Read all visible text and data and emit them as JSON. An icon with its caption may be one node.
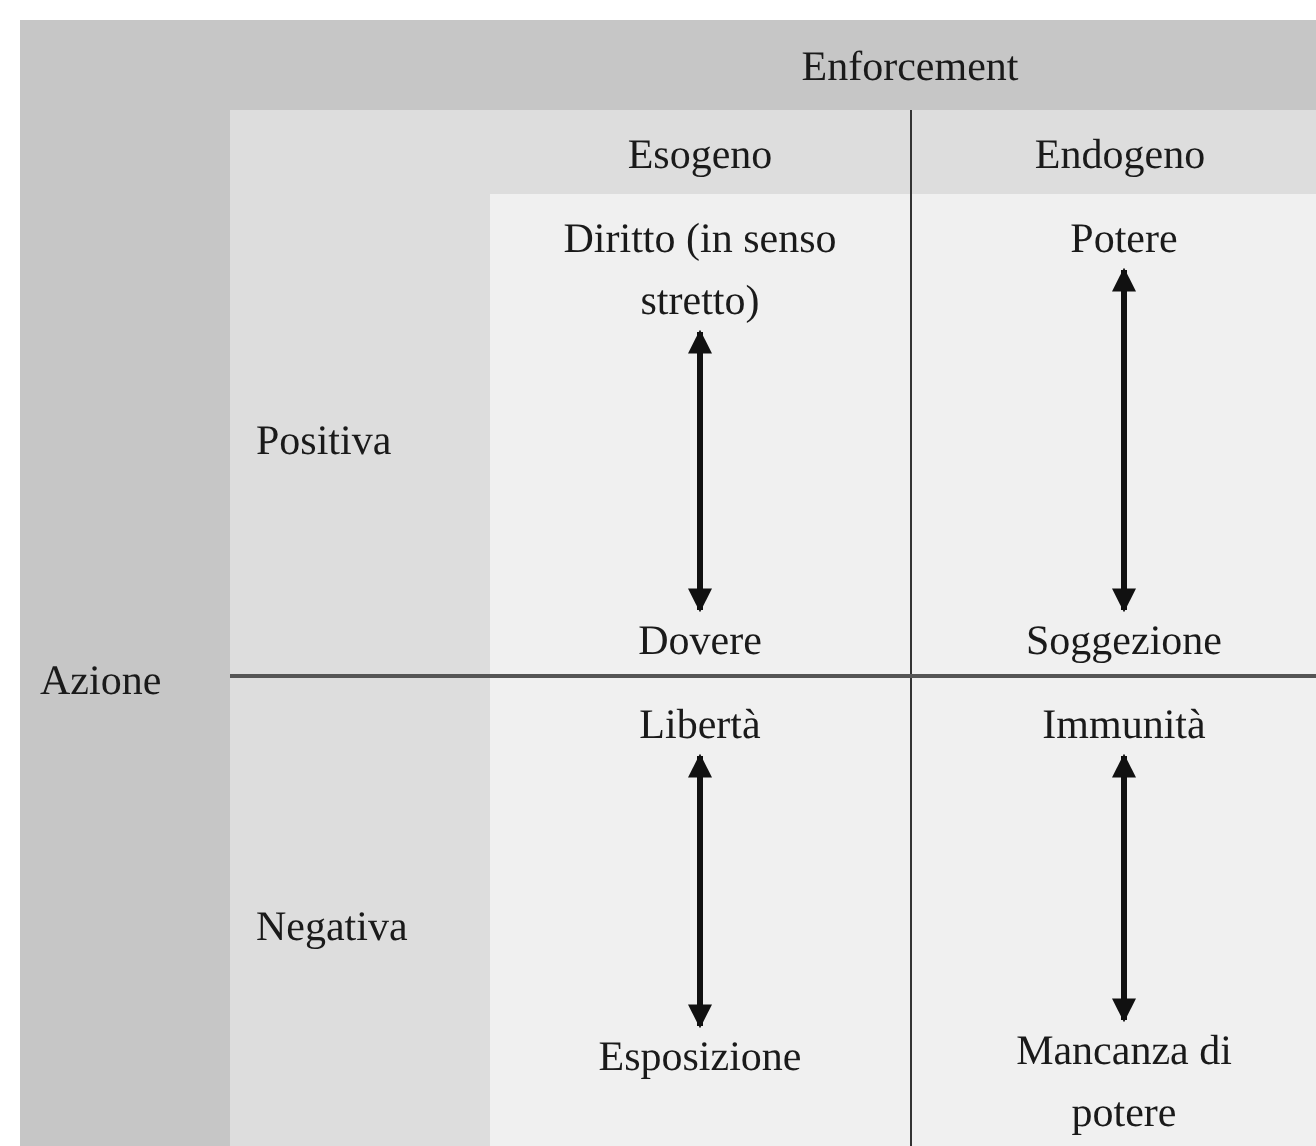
{
  "diagram": {
    "nodes": [
      {
        "text": [
          "Diritto (in senso stretto)"
        ]
      },
      {
        "text": [
          "Potere"
        ]
      },
      {
        "text": [
          "Dovere"
        ]
      },
      {
        "text": [
          "Soggezione"
        ]
      },
      {
        "text": [
          "Libertà"
        ]
      },
      {
        "text": [
          "Immunità"
        ]
      },
      {
        "text": [
          "Esposizione"
        ]
      },
      {
        "text": [
          "Mancanza di potere"
        ]
      }
    ],
    "edges": [
      {
        "from": 0,
        "to": 2,
        "arrow": "both"
      },
      {
        "from": 1,
        "to": 3,
        "arrow": "both"
      },
      {
        "from": 4,
        "to": 6,
        "arrow": "both"
      },
      {
        "from": 5,
        "to": 7,
        "arrow": "both"
      }
    ],
    "labels": [
      "Enforcement",
      "Esogeno",
      "Endogeno",
      "Positiva",
      "Azione",
      "Negativa"
    ]
  }
}
